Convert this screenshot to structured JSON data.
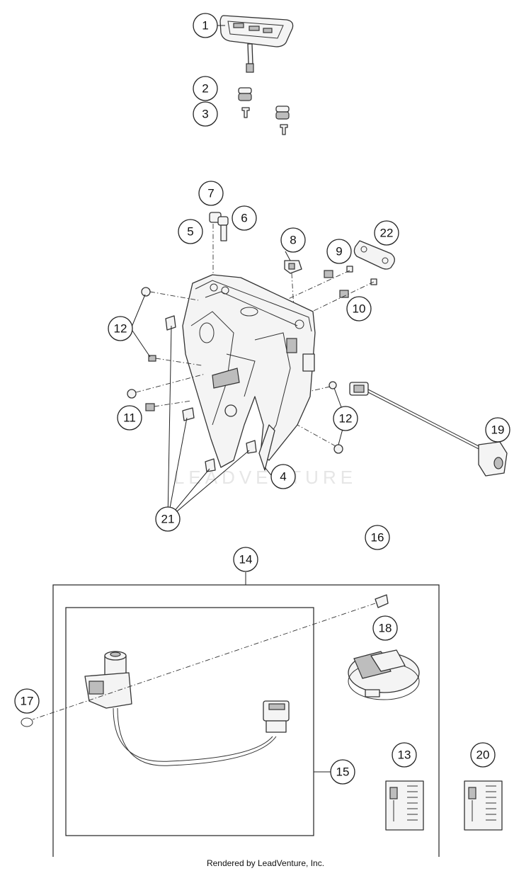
{
  "callouts": [
    {
      "label": "1"
    },
    {
      "label": "2"
    },
    {
      "label": "3"
    },
    {
      "label": "7"
    },
    {
      "label": "5"
    },
    {
      "label": "6"
    },
    {
      "label": "8"
    },
    {
      "label": "22"
    },
    {
      "label": "9"
    },
    {
      "label": "10"
    },
    {
      "label": "12"
    },
    {
      "label": "11"
    },
    {
      "label": "12"
    },
    {
      "label": "4"
    },
    {
      "label": "19"
    },
    {
      "label": "21"
    },
    {
      "label": "16"
    },
    {
      "label": "14"
    },
    {
      "label": "18"
    },
    {
      "label": "17"
    },
    {
      "label": "15"
    },
    {
      "label": "13"
    },
    {
      "label": "20"
    }
  ],
  "watermark": "LEADVENTURE",
  "footer": "Rendered by LeadVenture, Inc."
}
